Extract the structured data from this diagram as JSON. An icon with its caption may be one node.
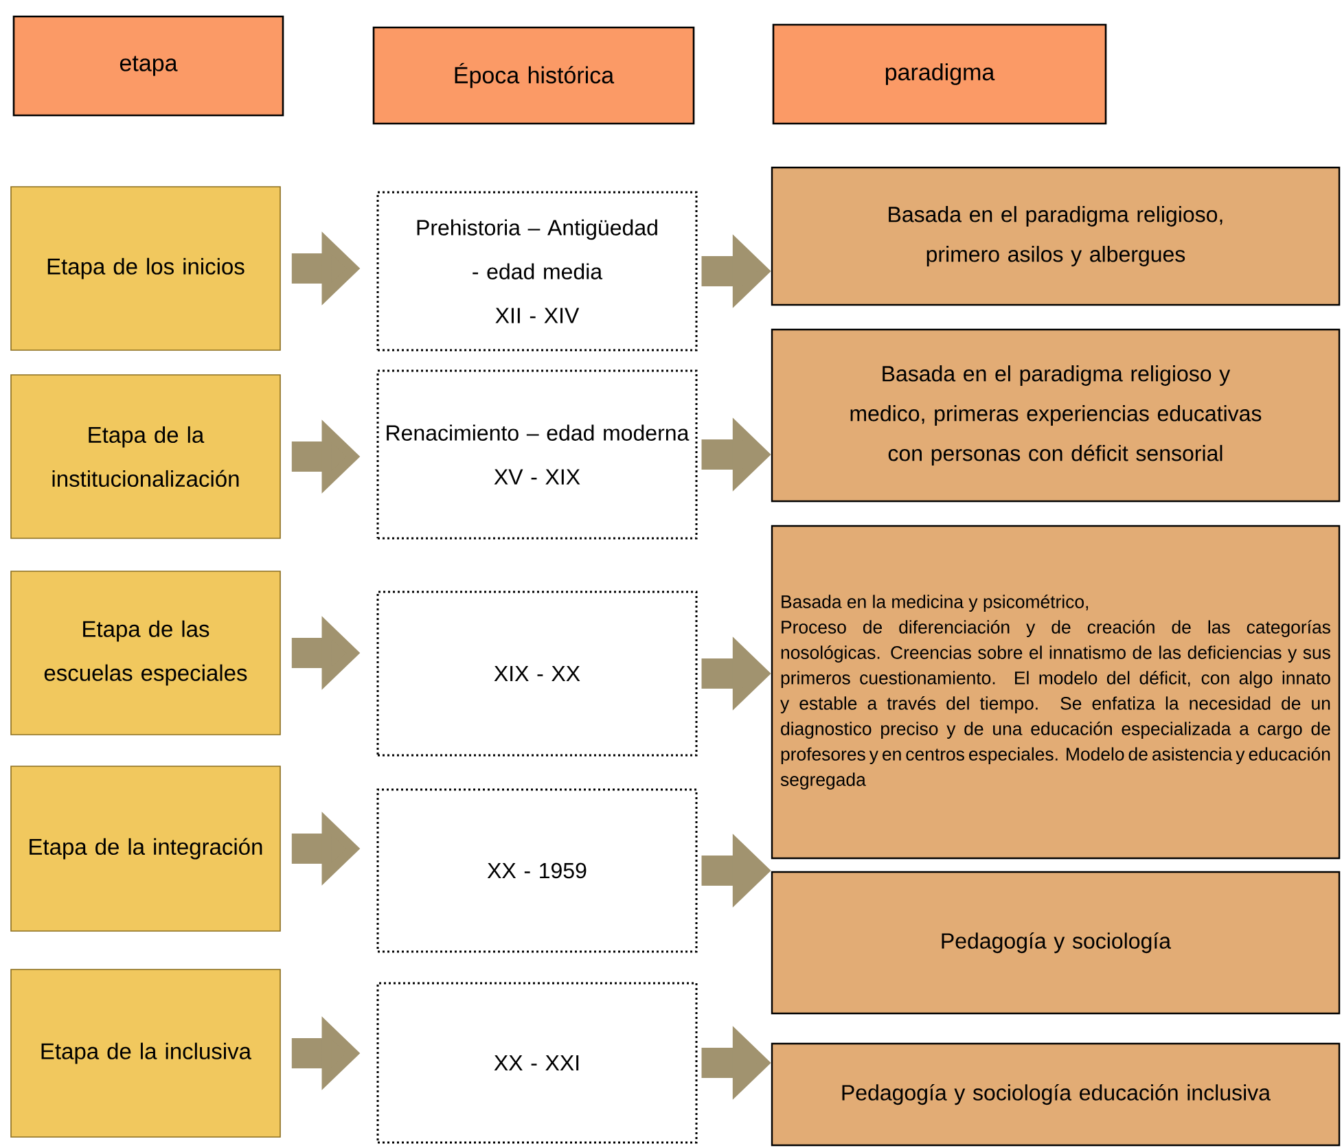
{
  "diagram": {
    "nodes": [
      {
        "text": [
          "etapa"
        ]
      },
      {
        "text": [
          "Época histórica"
        ]
      },
      {
        "text": [
          "paradigma"
        ]
      },
      {
        "text": [
          "Etapa de los inicios"
        ]
      },
      {
        "text": [
          "Prehistoria – Antigüedad - edad media",
          "XII - XIV"
        ]
      },
      {
        "text": [
          "Basada en el paradigma religioso, primero asilos y albergues"
        ]
      },
      {
        "text": [
          "Etapa de la institucionalización"
        ]
      },
      {
        "text": [
          "Renacimiento – edad moderna",
          "XV - XIX"
        ]
      },
      {
        "text": [
          "Basada en el paradigma religioso y medico, primeras experiencias educativas con personas con déficit sensorial"
        ]
      },
      {
        "text": [
          "Etapa de las escuelas especiales"
        ]
      },
      {
        "text": [
          "XIX - XX"
        ]
      },
      {
        "text": [
          "Basada en la medicina y psicométrico,",
          "Proceso de diferenciación y de creación de las categorías nosológicas. Creencias sobre el innatismo de las deficiencias y sus primeros cuestionamiento. El modelo del déficit, con algo innato y estable a través del tiempo. Se enfatiza la necesidad de un diagnostico preciso y de una educación especializada a cargo de profesores y en centros especiales. Modelo de asistencia y educación segregada"
        ]
      },
      {
        "text": [
          "Etapa de la integración"
        ]
      },
      {
        "text": [
          "XX - 1959"
        ]
      },
      {
        "text": [
          "Pedagogía y sociología"
        ]
      },
      {
        "text": [
          "Etapa de la inclusiva"
        ]
      },
      {
        "text": [
          "XX - XXI"
        ]
      },
      {
        "text": [
          "Pedagogía y sociología educación inclusiva"
        ]
      }
    ],
    "edges": [
      {
        "from": 3,
        "to": 4,
        "arrow": "to"
      },
      {
        "from": 4,
        "to": 5,
        "arrow": "to"
      },
      {
        "from": 6,
        "to": 7,
        "arrow": "to"
      },
      {
        "from": 7,
        "to": 8,
        "arrow": "to"
      },
      {
        "from": 9,
        "to": 10,
        "arrow": "to"
      },
      {
        "from": 10,
        "to": 11,
        "arrow": "to"
      },
      {
        "from": 12,
        "to": 13,
        "arrow": "to"
      },
      {
        "from": 13,
        "to": 14,
        "arrow": "to"
      },
      {
        "from": 15,
        "to": 16,
        "arrow": "to"
      },
      {
        "from": 16,
        "to": 17,
        "arrow": "to"
      }
    ]
  }
}
